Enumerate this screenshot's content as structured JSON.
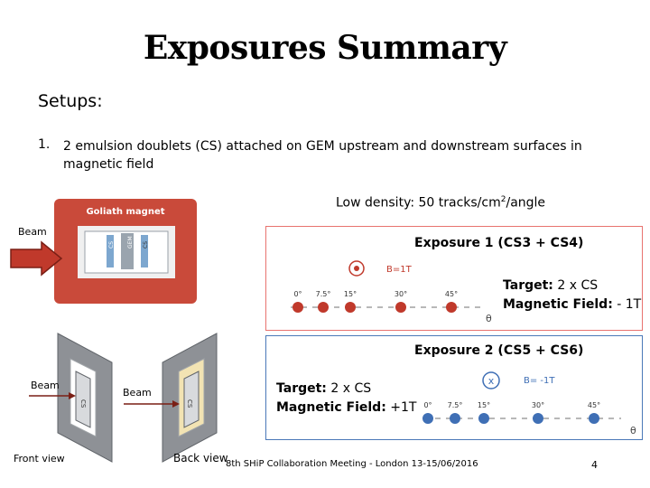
{
  "title": "Exposures Summary",
  "setups_heading": "Setups:",
  "items": [
    {
      "num": "1.",
      "text": "2 emulsion doublets (CS) attached on GEM upstream and downstream surfaces in magnetic field"
    }
  ],
  "low_density": "Low density: 50 tracks/cm²/angle",
  "magnet": {
    "label": "Goliath magnet",
    "cs_left": "CS",
    "gem": "GEM",
    "cs_right": "CS"
  },
  "beam_label": "Beam",
  "exposure1": {
    "title": "Exposure 1 (CS3 + CS4)",
    "field_symbol": "B=1T",
    "target_label": "Target:",
    "target_value": "2 x CS",
    "field_label": "Magnetic Field:",
    "field_value": "- 1T",
    "angles": [
      "0°",
      "7.5°",
      "15°",
      "30°",
      "45°"
    ],
    "theta": "θ"
  },
  "exposure2": {
    "title": "Exposure 2 (CS5 + CS6)",
    "field_symbol": "B= -1T",
    "target_label": "Target:",
    "target_value": "2 x CS",
    "field_label": "Magnetic Field:",
    "field_value": "+1T",
    "angles": [
      "0°",
      "7.5°",
      "15°",
      "30°",
      "45°"
    ],
    "theta": "θ"
  },
  "front_view": {
    "beam": "Beam",
    "cs": "CS",
    "caption": "Front view"
  },
  "back_view": {
    "beam": "Beam",
    "cs": "CS",
    "caption": "Back view"
  },
  "footer": "8th SHiP Collaboration Meeting - London 13-15/06/2016",
  "page_number": "4",
  "colors": {
    "exposure1_border": "#e8736f",
    "exposure2_border": "#4a78b8",
    "dot1": "#c0392b",
    "dot2": "#3f6fb5",
    "arrow": "#c0392b",
    "magnet": "#c94a3a"
  }
}
